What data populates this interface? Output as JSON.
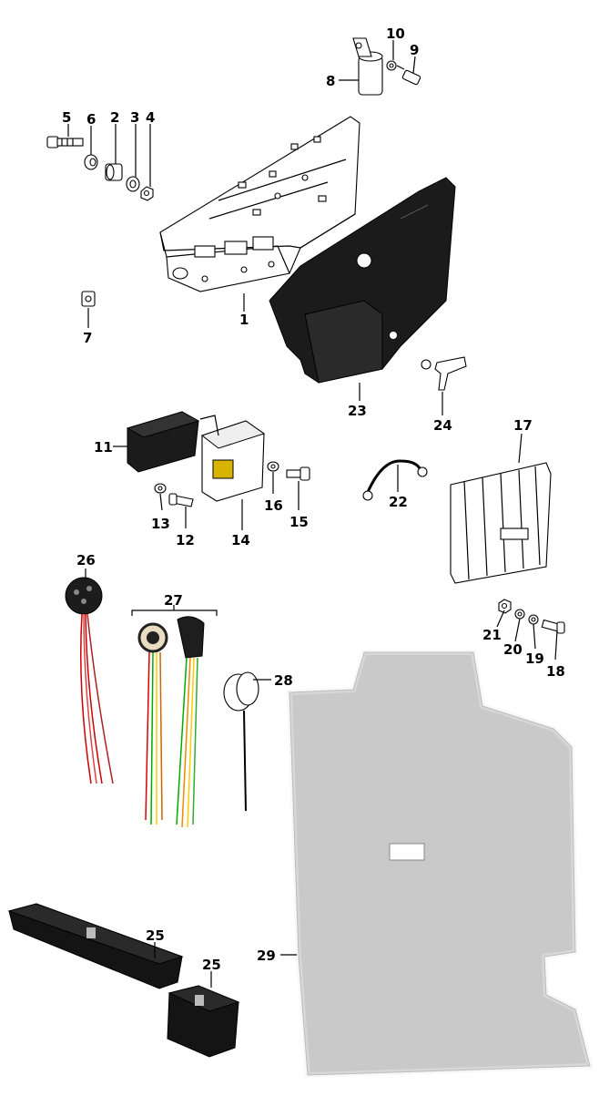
{
  "diagram": {
    "callouts": {
      "c1": "1",
      "c2": "2",
      "c3": "3",
      "c4": "4",
      "c5": "5",
      "c6": "6",
      "c7": "7",
      "c8": "8",
      "c9": "9",
      "c10": "10",
      "c11": "11",
      "c12": "12",
      "c13": "13",
      "c14": "14",
      "c15": "15",
      "c16": "16",
      "c17": "17",
      "c18": "18",
      "c19": "19",
      "c20": "20",
      "c21": "21",
      "c22": "22",
      "c23": "23",
      "c24": "24",
      "c25a": "25",
      "c25b": "25",
      "c26": "26",
      "c27": "27",
      "c28": "28",
      "c29": "29"
    }
  }
}
